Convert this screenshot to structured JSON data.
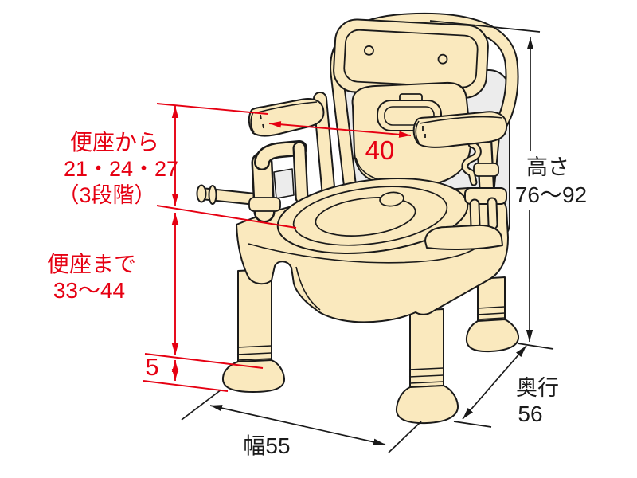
{
  "diagram": {
    "subject": "portable-toilet-chair-dimension-diagram",
    "colors": {
      "background": "#ffffff",
      "outline": "#1a1a1a",
      "body_fill": "#fae9be",
      "panel_gray": "#ececec",
      "dimension_red": "#e60012"
    },
    "labels": {
      "seat_to_armrest_line1": "便座から",
      "seat_to_armrest_line2": "21・24・27",
      "seat_to_armrest_line3": "（3段階）",
      "floor_to_seat_line1": "便座まで",
      "floor_to_seat_line2": "33～44",
      "foot_adjust": "5",
      "armrest_span": "40",
      "height_line1": "高さ",
      "height_line2": "76～92",
      "depth_line1": "奥行",
      "depth_line2": "56",
      "width": "幅55"
    }
  }
}
